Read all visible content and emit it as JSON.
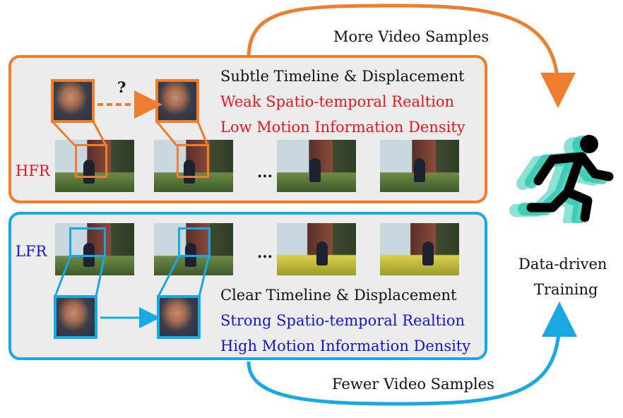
{
  "top_arrow_label": "More Video Samples",
  "bottom_arrow_label": "Fewer Video Samples",
  "hfr": {
    "label": "HFR",
    "question_mark": "?",
    "ellipsis": "...",
    "line1": "Subtle Timeline & Displacement",
    "line2": "Weak Spatio-temporal Realtion",
    "line3": "Low Motion Information Density"
  },
  "lfr": {
    "label": "LFR",
    "ellipsis": "...",
    "line1": "Clear Timeline & Displacement",
    "line2": "Strong Spatio-temporal Realtion",
    "line3": "High Motion Information Density"
  },
  "training": {
    "line1": "Data-driven",
    "line2": "Training"
  },
  "colors": {
    "orange": "#ee7d2f",
    "blue": "#18a9e5",
    "red_text": "#e8161b",
    "blue_text": "#1515c8",
    "runner_glow": "#2ec9b0"
  },
  "icons": [
    "runner-icon",
    "dashed-arrow-icon",
    "solid-arrow-icon",
    "curved-arrow-icon"
  ]
}
